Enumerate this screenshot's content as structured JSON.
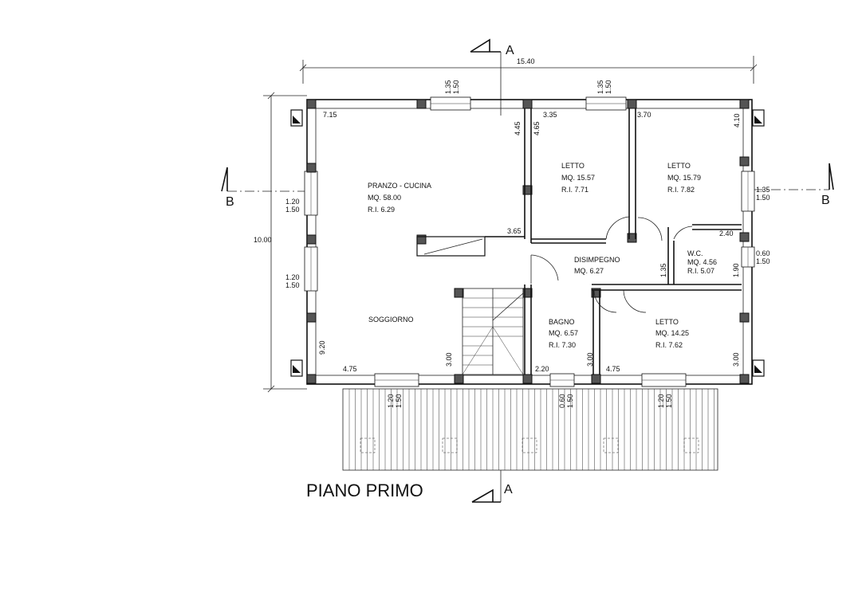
{
  "plan": {
    "title": "PIANO PRIMO",
    "section_a": "A",
    "section_b": "B",
    "overall_width": "15.40",
    "overall_depth": "10.00"
  },
  "rooms": [
    {
      "name": "PRANZO - CUCINA",
      "area": "MQ. 58.00",
      "ri": "R.I. 6.29"
    },
    {
      "name": "LETTO",
      "area": "MQ. 15.57",
      "ri": "R.I. 7.71"
    },
    {
      "name": "LETTO",
      "area": "MQ. 15.79",
      "ri": "R.I. 7.82"
    },
    {
      "name": "DISIMPEGNO",
      "area": "MQ. 6.27",
      "ri": ""
    },
    {
      "name": "W.C.",
      "area": "MQ. 4.56",
      "ri": "R.I. 5.07"
    },
    {
      "name": "BAGNO",
      "area": "MQ. 6.57",
      "ri": "R.I. 7.30"
    },
    {
      "name": "LETTO",
      "area": "MQ. 14.25",
      "ri": "R.I. 7.62"
    },
    {
      "name": "SOGGIORNO",
      "area": "",
      "ri": ""
    }
  ],
  "dims": {
    "d_715": "7.15",
    "d_335": "3.35",
    "d_370": "3.70",
    "d_410": "4.10",
    "d_445": "4.45",
    "d_465": "4.65",
    "d_365": "3.65",
    "d_240": "2.40",
    "d_135": "1.35",
    "d_190": "1.90",
    "d_920": "9.20",
    "d_475a": "4.75",
    "d_300a": "3.00",
    "d_220": "2.20",
    "d_300b": "3.00",
    "d_475b": "4.75",
    "d_300c": "3.00",
    "win_top1_a": "1.35",
    "win_top1_b": "1.50",
    "win_top2_a": "1.35",
    "win_top2_b": "1.50",
    "win_left1_a": "1.20",
    "win_left1_b": "1.50",
    "win_left2_a": "1.20",
    "win_left2_b": "1.50",
    "win_right1_a": "1.35",
    "win_right1_b": "1.50",
    "win_right2_a": "0.60",
    "win_right2_b": "1.50",
    "win_bot1_a": "1.20",
    "win_bot1_b": "1.50",
    "win_bot2_a": "0.60",
    "win_bot2_b": "1.50",
    "win_bot3_a": "1.20",
    "win_bot3_b": "1.50"
  }
}
